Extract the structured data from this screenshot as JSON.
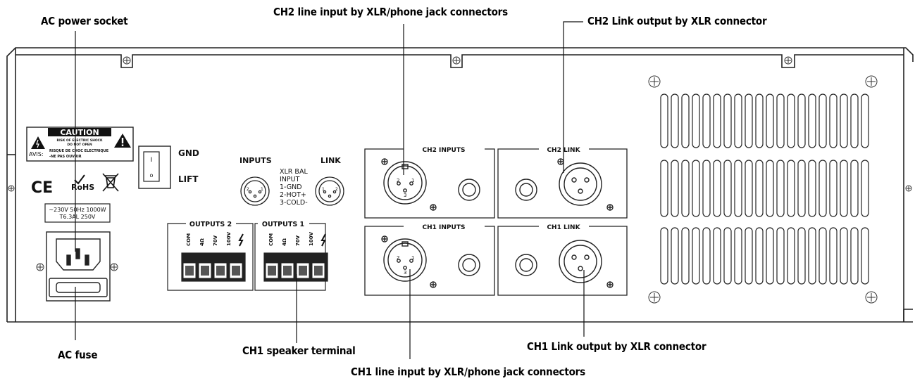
{
  "callouts": {
    "ac_power_socket": "AC power socket",
    "ch2_line_input": "CH2 line input by XLR/phone jack connectors",
    "ch2_link_output": "CH2 Link output by XLR connector",
    "ac_fuse": "AC fuse",
    "ch1_speaker_terminal": "CH1 speaker terminal",
    "ch1_link_output": "CH1 Link output by XLR connector",
    "ch1_line_input": "CH1 line input by XLR/phone jack connectors"
  },
  "caution": {
    "title": "CAUTION",
    "line1": "RISK OF ELECTRIC SHOCK",
    "line2": "DO NOT OPEN",
    "avis": "AVIS:",
    "line3": "RISQUE DE CHOC ELECTRIQUE",
    "line4": "-NE PAS OUVRIR"
  },
  "certs": {
    "ce": "CE",
    "rohs": "RoHS"
  },
  "power_rating": {
    "line1": "~230V 50Hz 1000W",
    "line2": "T6.3AL 250V"
  },
  "ground_switch": {
    "gnd": "GND",
    "lift": "LIFT",
    "on_mark": "I",
    "off_mark": "o"
  },
  "main_inputs": {
    "inputs_label": "INPUTS",
    "link_label": "LINK",
    "xlr_info": [
      "XLR BAL",
      "INPUT",
      "1-GND",
      "2-HOT+",
      "3-COLD-"
    ]
  },
  "outputs": {
    "outputs2": "OUTPUTS 2",
    "outputs1": "OUTPUTS 1",
    "terminals": [
      "COM",
      "4Ω",
      "70V",
      "100V"
    ]
  },
  "panels": {
    "ch2_inputs": "CH2 INPUTS",
    "ch2_link": "CH2 LINK",
    "ch1_inputs": "CH1  INPUTS",
    "ch1_link": "CH1 LINK"
  },
  "pins": {
    "p1": "1",
    "p2": "2",
    "p3": "3"
  }
}
